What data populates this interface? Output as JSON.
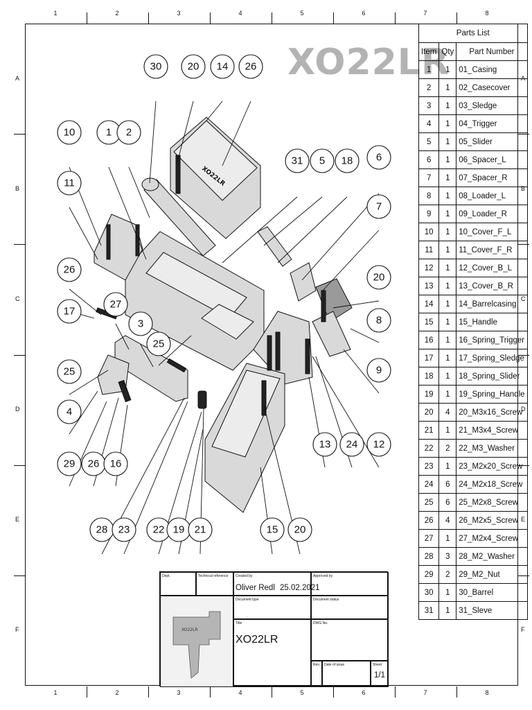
{
  "logo_text": "XO22LR",
  "zones_top": [
    "1",
    "2",
    "3",
    "4",
    "5",
    "6",
    "7",
    "8"
  ],
  "zones_side": [
    "A",
    "B",
    "C",
    "D",
    "E",
    "F"
  ],
  "parts_list": {
    "title": "Parts List",
    "headers": [
      "Item",
      "Qty",
      "Part Number"
    ],
    "rows": [
      [
        "1",
        "1",
        "01_Casing"
      ],
      [
        "2",
        "1",
        "02_Casecover"
      ],
      [
        "3",
        "1",
        "03_Sledge"
      ],
      [
        "4",
        "1",
        "04_Trigger"
      ],
      [
        "5",
        "1",
        "05_Slider"
      ],
      [
        "6",
        "1",
        "06_Spacer_L"
      ],
      [
        "7",
        "1",
        "07_Spacer_R"
      ],
      [
        "8",
        "1",
        "08_Loader_L"
      ],
      [
        "9",
        "1",
        "09_Loader_R"
      ],
      [
        "10",
        "1",
        "10_Cover_F_L"
      ],
      [
        "11",
        "1",
        "11_Cover_F_R"
      ],
      [
        "12",
        "1",
        "12_Cover_B_L"
      ],
      [
        "13",
        "1",
        "13_Cover_B_R"
      ],
      [
        "14",
        "1",
        "14_Barrelcasing"
      ],
      [
        "15",
        "1",
        "15_Handle"
      ],
      [
        "16",
        "1",
        "16_Spring_Trigger"
      ],
      [
        "17",
        "1",
        "17_Spring_Sledge"
      ],
      [
        "18",
        "1",
        "18_Spring_Slider"
      ],
      [
        "19",
        "1",
        "19_Spring_Handle"
      ],
      [
        "20",
        "4",
        "20_M3x16_Screw"
      ],
      [
        "21",
        "1",
        "21_M3x4_Screw"
      ],
      [
        "22",
        "2",
        "22_M3_Washer"
      ],
      [
        "23",
        "1",
        "23_M2x20_Screw"
      ],
      [
        "24",
        "6",
        "24_M2x18_Screw"
      ],
      [
        "25",
        "6",
        "25_M2x8_Screw"
      ],
      [
        "26",
        "4",
        "26_M2x5_Screw"
      ],
      [
        "27",
        "1",
        "27_M2x4_Screw"
      ],
      [
        "28",
        "3",
        "28_M2_Washer"
      ],
      [
        "29",
        "2",
        "29_M2_Nut"
      ],
      [
        "30",
        "1",
        "30_Barrel"
      ],
      [
        "31",
        "1",
        "31_Sleve"
      ]
    ]
  },
  "title_block": {
    "dept_label": "Dept.",
    "techref_label": "Technical reference",
    "created_label": "Created by",
    "created_by": "Oliver Redl",
    "created_date": "25.02.2021",
    "approved_label": "Approved by",
    "doctype_label": "Document type",
    "docstatus_label": "Document status",
    "title_label": "Title",
    "title": "XO22LR",
    "dwg_label": "DWG No.",
    "rev_label": "Rev.",
    "issue_label": "Date of issue",
    "sheet_label": "Sheet",
    "sheet": "1/1",
    "thumb_logo": "XO22LR"
  },
  "balloons": [
    "30",
    "20",
    "14",
    "26",
    "10",
    "1",
    "2",
    "11",
    "31",
    "5",
    "18",
    "6",
    "7",
    "26",
    "27",
    "17",
    "3",
    "20",
    "8",
    "25",
    "9",
    "25",
    "4",
    "29",
    "26",
    "16",
    "13",
    "24",
    "12",
    "28",
    "23",
    "22",
    "19",
    "21",
    "15",
    "20"
  ]
}
